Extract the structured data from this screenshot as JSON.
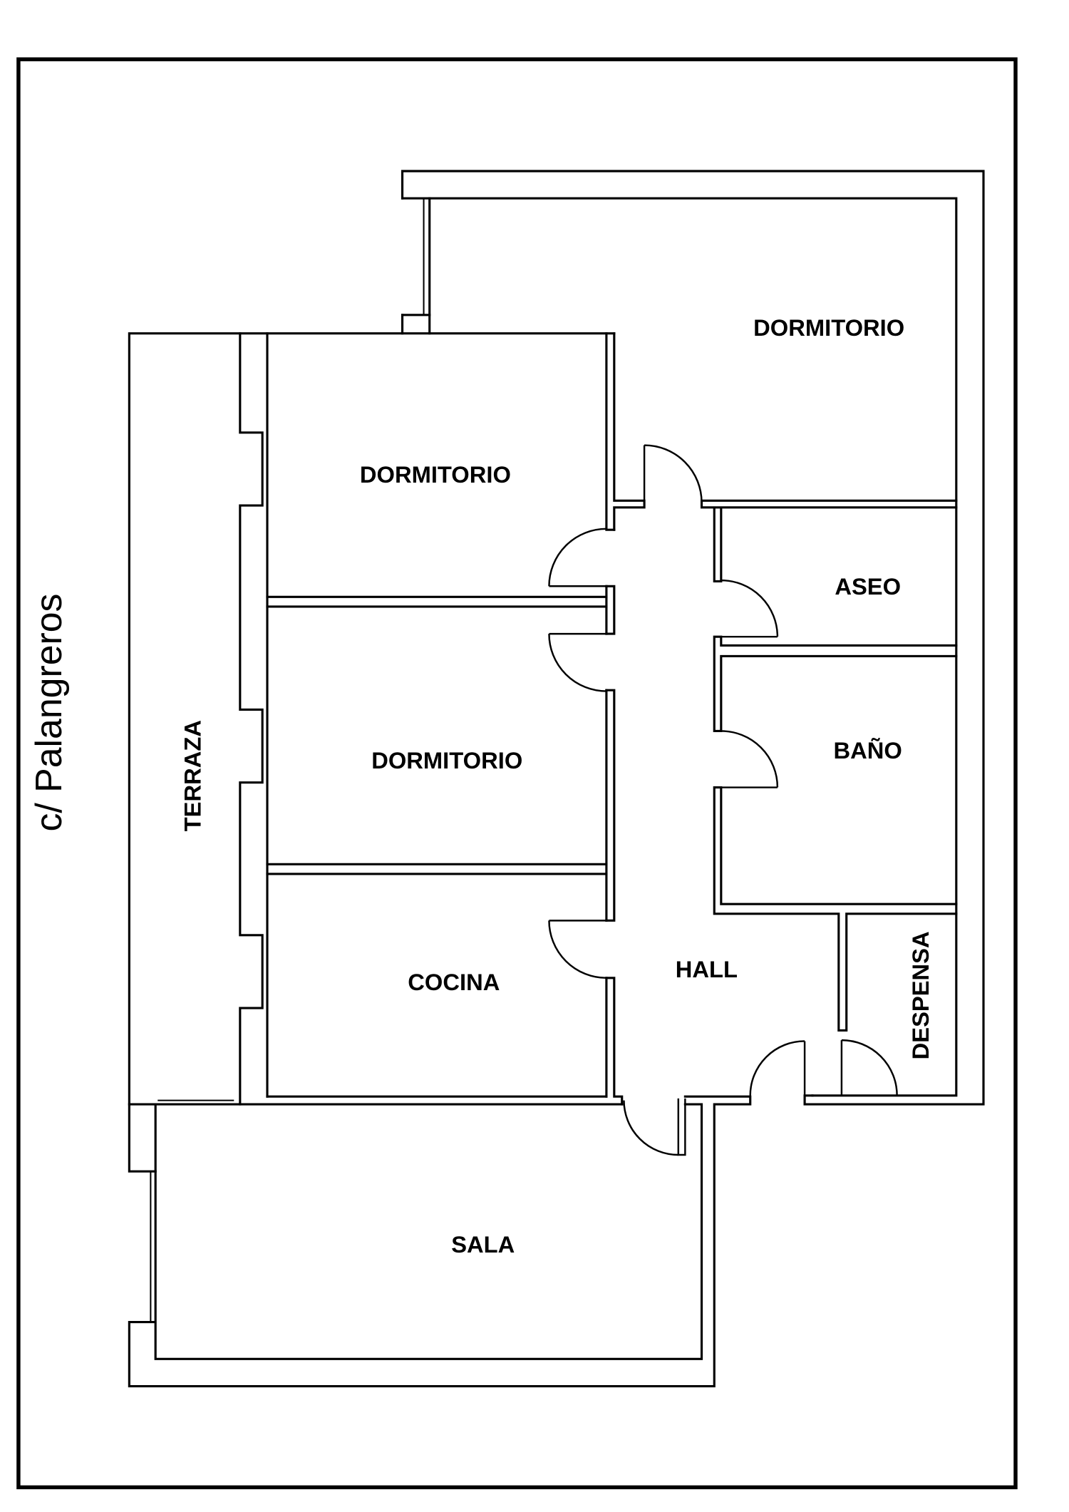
{
  "street": {
    "label": "c/ Palangreros"
  },
  "rooms": {
    "dormitorio_main": "DORMITORIO",
    "dormitorio_upper": "DORMITORIO",
    "dormitorio_middle": "DORMITORIO",
    "aseo": "ASEO",
    "bano": "BAÑO",
    "terraza": "TERRAZA",
    "cocina": "COCINA",
    "hall": "HALL",
    "despensa": "DESPENSA",
    "sala": "SALA"
  },
  "colors": {
    "ink": "#000000",
    "paper": "#ffffff"
  }
}
